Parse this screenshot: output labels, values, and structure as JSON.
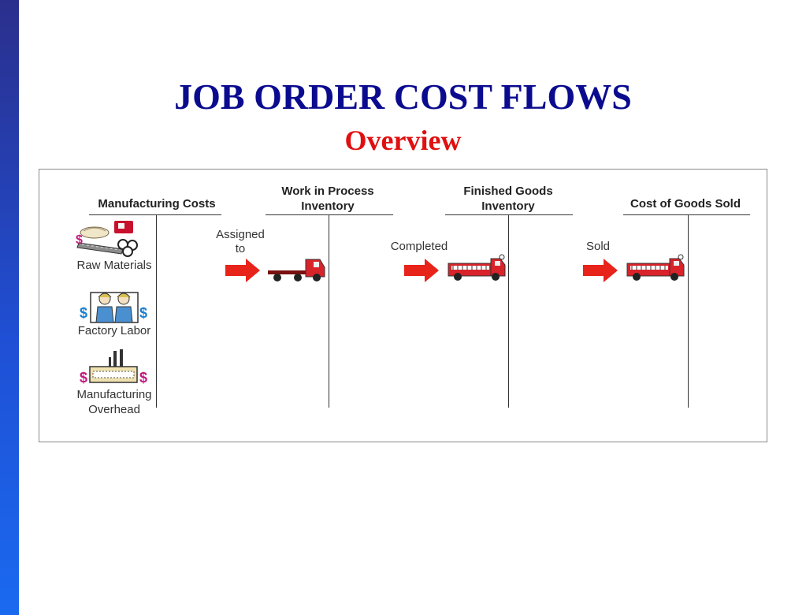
{
  "slide": {
    "title": "JOB ORDER COST FLOWS",
    "subtitle": "Overview"
  },
  "diagram": {
    "accounts": [
      {
        "name": "Manufacturing Costs"
      },
      {
        "name_line1": "Work in Process",
        "name_line2": "Inventory"
      },
      {
        "name_line1": "Finished Goods",
        "name_line2": "Inventory"
      },
      {
        "name": "Cost of Goods Sold"
      }
    ],
    "cost_items": [
      {
        "label": "Raw Materials"
      },
      {
        "label": "Factory Labor"
      },
      {
        "label_line1": "Manufacturing",
        "label_line2": "Overhead"
      }
    ],
    "flows": [
      {
        "label_line1": "Assigned",
        "label_line2": "to"
      },
      {
        "label": "Completed"
      },
      {
        "label": "Sold"
      }
    ]
  },
  "colors": {
    "title": "#0b0b8f",
    "subtitle": "#e01010",
    "arrow": "#e8231a",
    "truck": "#d9232a",
    "dollar_blue": "#1a7fd1",
    "dollar_magenta": "#c2197e"
  }
}
